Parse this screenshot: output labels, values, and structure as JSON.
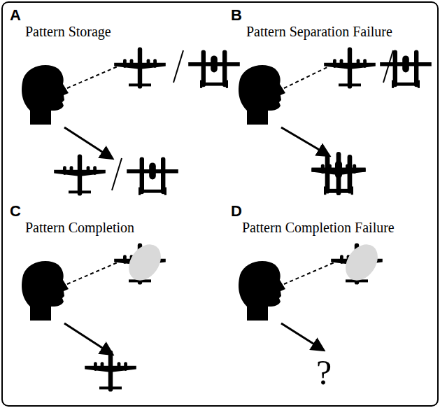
{
  "diagram": {
    "labels": [
      "A",
      "Pattern Storage",
      "B",
      "Pattern Separation Failure",
      "C",
      "Pattern Completion",
      "D",
      "Pattern Completion Failure",
      "?"
    ]
  }
}
